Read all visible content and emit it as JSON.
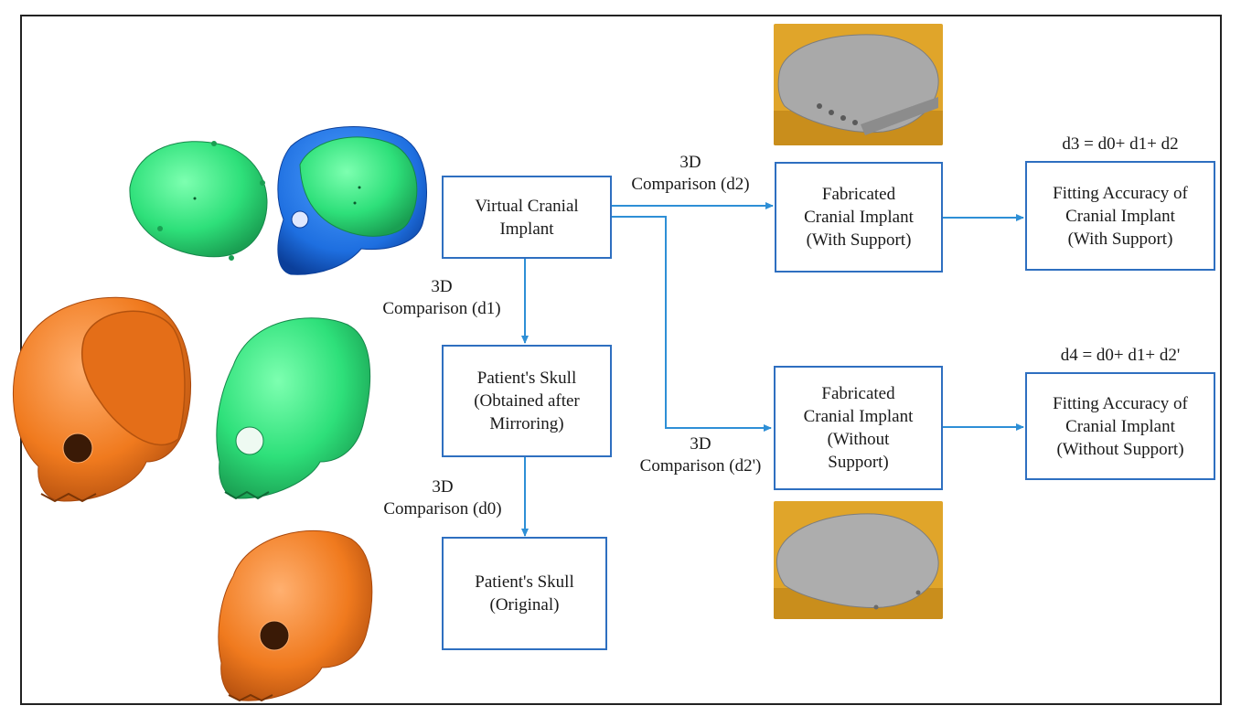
{
  "nodes": {
    "virtual_implant": "Virtual Cranial\nImplant",
    "skull_mirrored": "Patient's Skull\n(Obtained after\nMirroring)",
    "skull_original": "Patient's Skull\n(Original)",
    "fab_with": "Fabricated\nCranial Implant\n(With Support)",
    "fab_without": "Fabricated\nCranial Implant\n(Without\nSupport)",
    "fit_with": "Fitting Accuracy of\nCranial Implant\n(With Support)",
    "fit_without": "Fitting Accuracy of\nCranial Implant\n(Without Support)"
  },
  "edge_labels": {
    "d2": "3D\nComparison (d2)",
    "d1": "3D\nComparison (d1)",
    "d0": "3D\nComparison (d0)",
    "d2p": "3D\nComparison (d2')"
  },
  "formulas": {
    "d3": "d3 = d0+ d1+ d2",
    "d4": "d4 = d0+ d1+ d2'"
  },
  "colors": {
    "arrow": "#2e8fd6",
    "box_border": "#2e6fc0",
    "green_model": "#2ee07a",
    "blue_model": "#1e6fe0",
    "orange_model": "#f07a1e",
    "implant_metal": "#a9a9a9",
    "table_wood": "#e0a52a"
  }
}
